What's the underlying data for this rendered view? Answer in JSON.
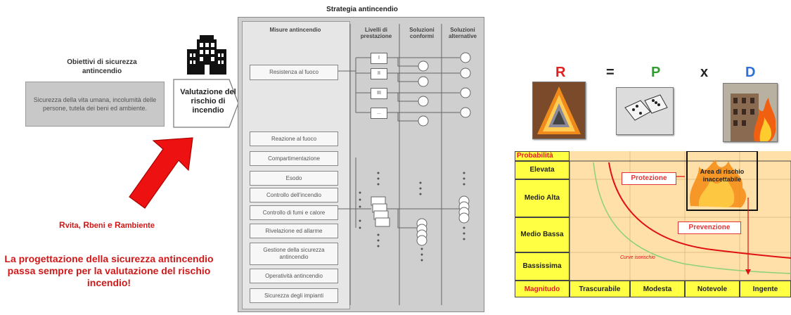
{
  "left": {
    "objectives_title": "Obiettivi di sicurezza antincendio",
    "objectives_text": "Sicurezza della vita umana, incolumità delle persone, tutela dei beni ed ambiente.",
    "assessment_label": "Valutazione del rischio di incendio",
    "r_prefix": "R",
    "r_vita": "vita",
    "r_sep1": ", ",
    "r_beni": "beni",
    "r_sep2": " e ",
    "r_ambiente": "ambiente",
    "conclusion": "La progettazione della sicurezza antincendio passa sempre per la valutazione del rischio incendio!"
  },
  "strategy": {
    "title": "Strategia antincendio",
    "col_measures": "Misure antincendio",
    "col_levels": "Livelli di prestazione",
    "col_conforming": "Soluzioni conformi",
    "col_alternative": "Soluzioni alternative",
    "first_measure": "Resistenza al fuoco",
    "levels": [
      "I",
      "II",
      "III",
      "..."
    ],
    "measures": [
      "Reazione al fuoco",
      "Compartimentazione",
      "Esodo",
      "Controllo dell'incendio",
      "Controllo di fumi e calore",
      "Rivelazione ed allarme",
      "Gestione della sicurezza antincendio",
      "Operatività antincendio",
      "Sicurezza degli impianti"
    ]
  },
  "formula": {
    "r": "R",
    "eq": "=",
    "p": "P",
    "x": "x",
    "d": "D",
    "colors": {
      "r": "#e02020",
      "p": "#2ea02e",
      "d": "#2f6fd8",
      "op": "#222222"
    }
  },
  "matrix": {
    "y_header": "Probabilità",
    "y_labels": [
      "Elevata",
      "Medio Alta",
      "Medio Bassa",
      "Bassissima"
    ],
    "x_header": "Magnitudo",
    "x_labels": [
      "Trascurabile",
      "Modesta",
      "Notevole",
      "Ingente"
    ],
    "protection": "Protezione",
    "prevention": "Prevenzione",
    "unacceptable": "Area di rischio inaccettabile",
    "curve_label": "Curve isorischio"
  }
}
